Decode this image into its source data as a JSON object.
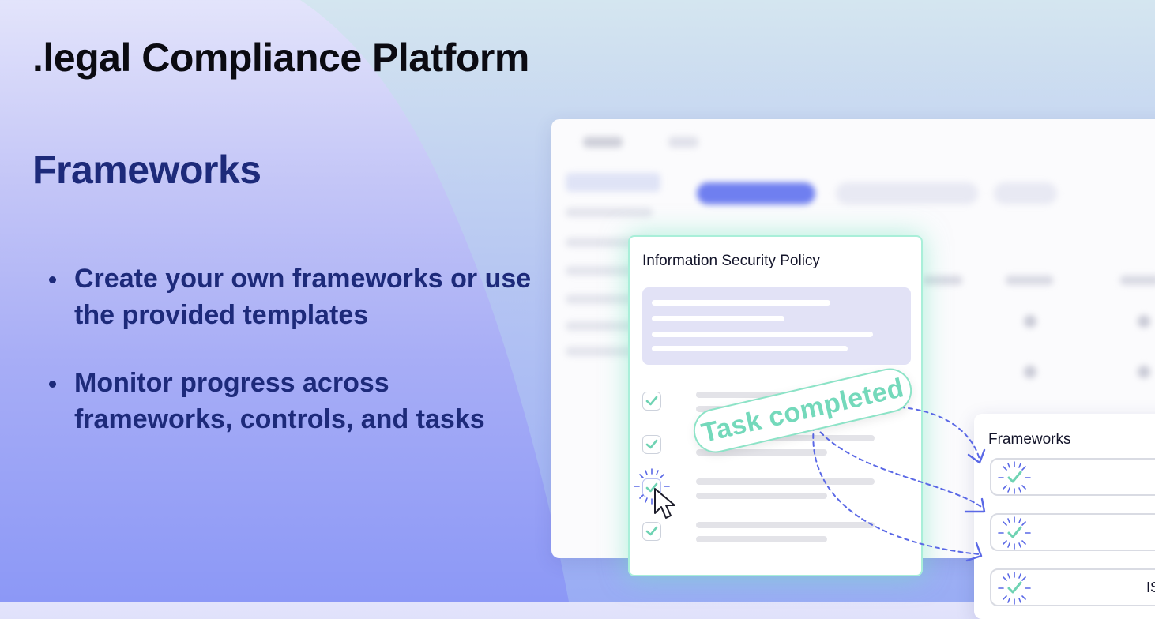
{
  "header": {
    "title": ".legal Compliance Platform"
  },
  "section": {
    "title": "Frameworks",
    "bullets": [
      "Create your own frameworks or use the provided templates",
      "Monitor progress across frameworks, controls, and tasks"
    ]
  },
  "policy_card": {
    "title": "Information Security Policy",
    "tasks": [
      {
        "state": "checked"
      },
      {
        "state": "checked"
      },
      {
        "state": "checked-animated"
      },
      {
        "state": "checked"
      }
    ]
  },
  "badge": {
    "label": "Task completed"
  },
  "frameworks_card": {
    "title": "Frameworks",
    "rows": [
      {
        "label": ""
      },
      {
        "label": ""
      },
      {
        "label": "IS"
      }
    ]
  },
  "colors": {
    "title_navy": "#1d2a7a",
    "accent_green": "#74d9bb",
    "accent_blue": "#6f7ff0",
    "arrow_blue": "#5a68e6"
  },
  "icons": [
    "check-icon",
    "cursor-icon",
    "burst-check-icon",
    "dashed-arrow-icon"
  ]
}
